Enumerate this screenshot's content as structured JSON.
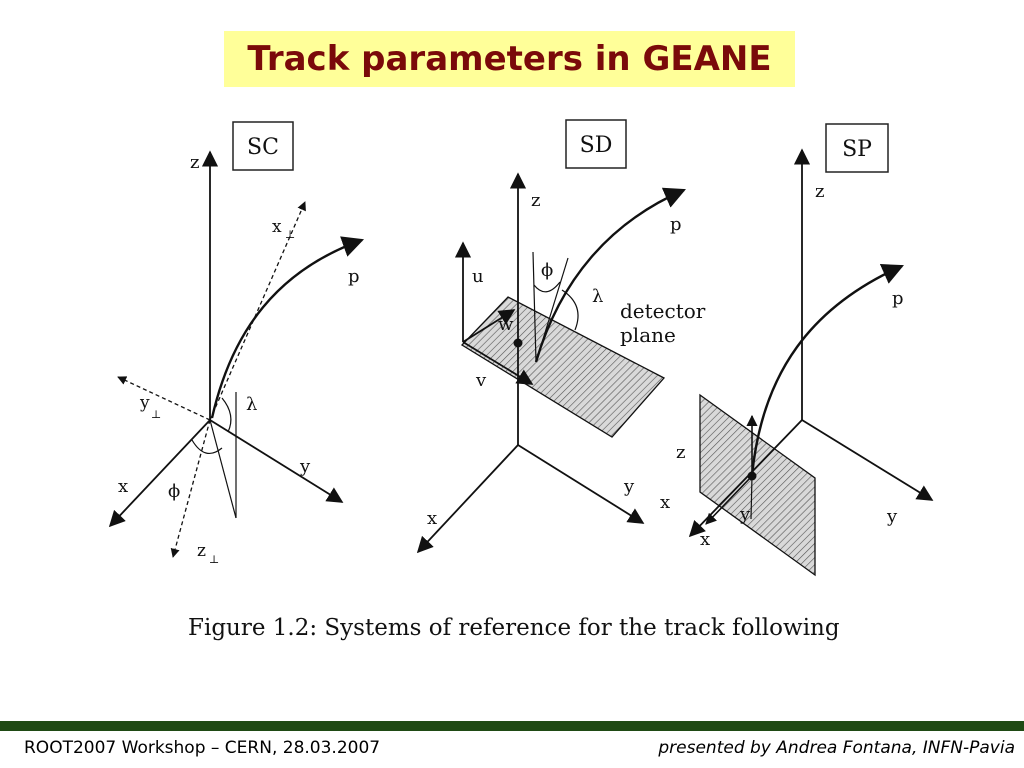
{
  "title": "Track parameters in GEANE",
  "figure": {
    "caption": "Figure 1.2: Systems of reference for the track following",
    "panels": [
      {
        "id": "SC",
        "box_label": "SC",
        "labels": {
          "z": "z",
          "x_perp": "x",
          "y_perp": "y",
          "z_perp": "z",
          "p": "p",
          "lambda": "λ",
          "phi": "ϕ",
          "x": "x",
          "y": "y",
          "perp_sub": "⊥"
        }
      },
      {
        "id": "SD",
        "box_label": "SD",
        "labels": {
          "z": "z",
          "p": "p",
          "u": "u",
          "w": "w",
          "v": "v",
          "phi": "ϕ",
          "lambda": "λ",
          "detector_1": "detector",
          "detector_2": "plane",
          "x": "x",
          "y": "y"
        }
      },
      {
        "id": "SP",
        "box_label": "SP",
        "labels": {
          "z": "z",
          "p": "p",
          "z_local": "z",
          "x_local": "x",
          "y_local": "y",
          "x": "x",
          "y": "y"
        }
      }
    ]
  },
  "footer": {
    "left": "ROOT2007 Workshop – CERN, 28.03.2007",
    "right": "presented by Andrea Fontana, INFN-Pavia"
  },
  "colors": {
    "title_bg": "#ffff99",
    "title_text": "#7a0a0a",
    "footer_bar": "#1f4a14"
  }
}
